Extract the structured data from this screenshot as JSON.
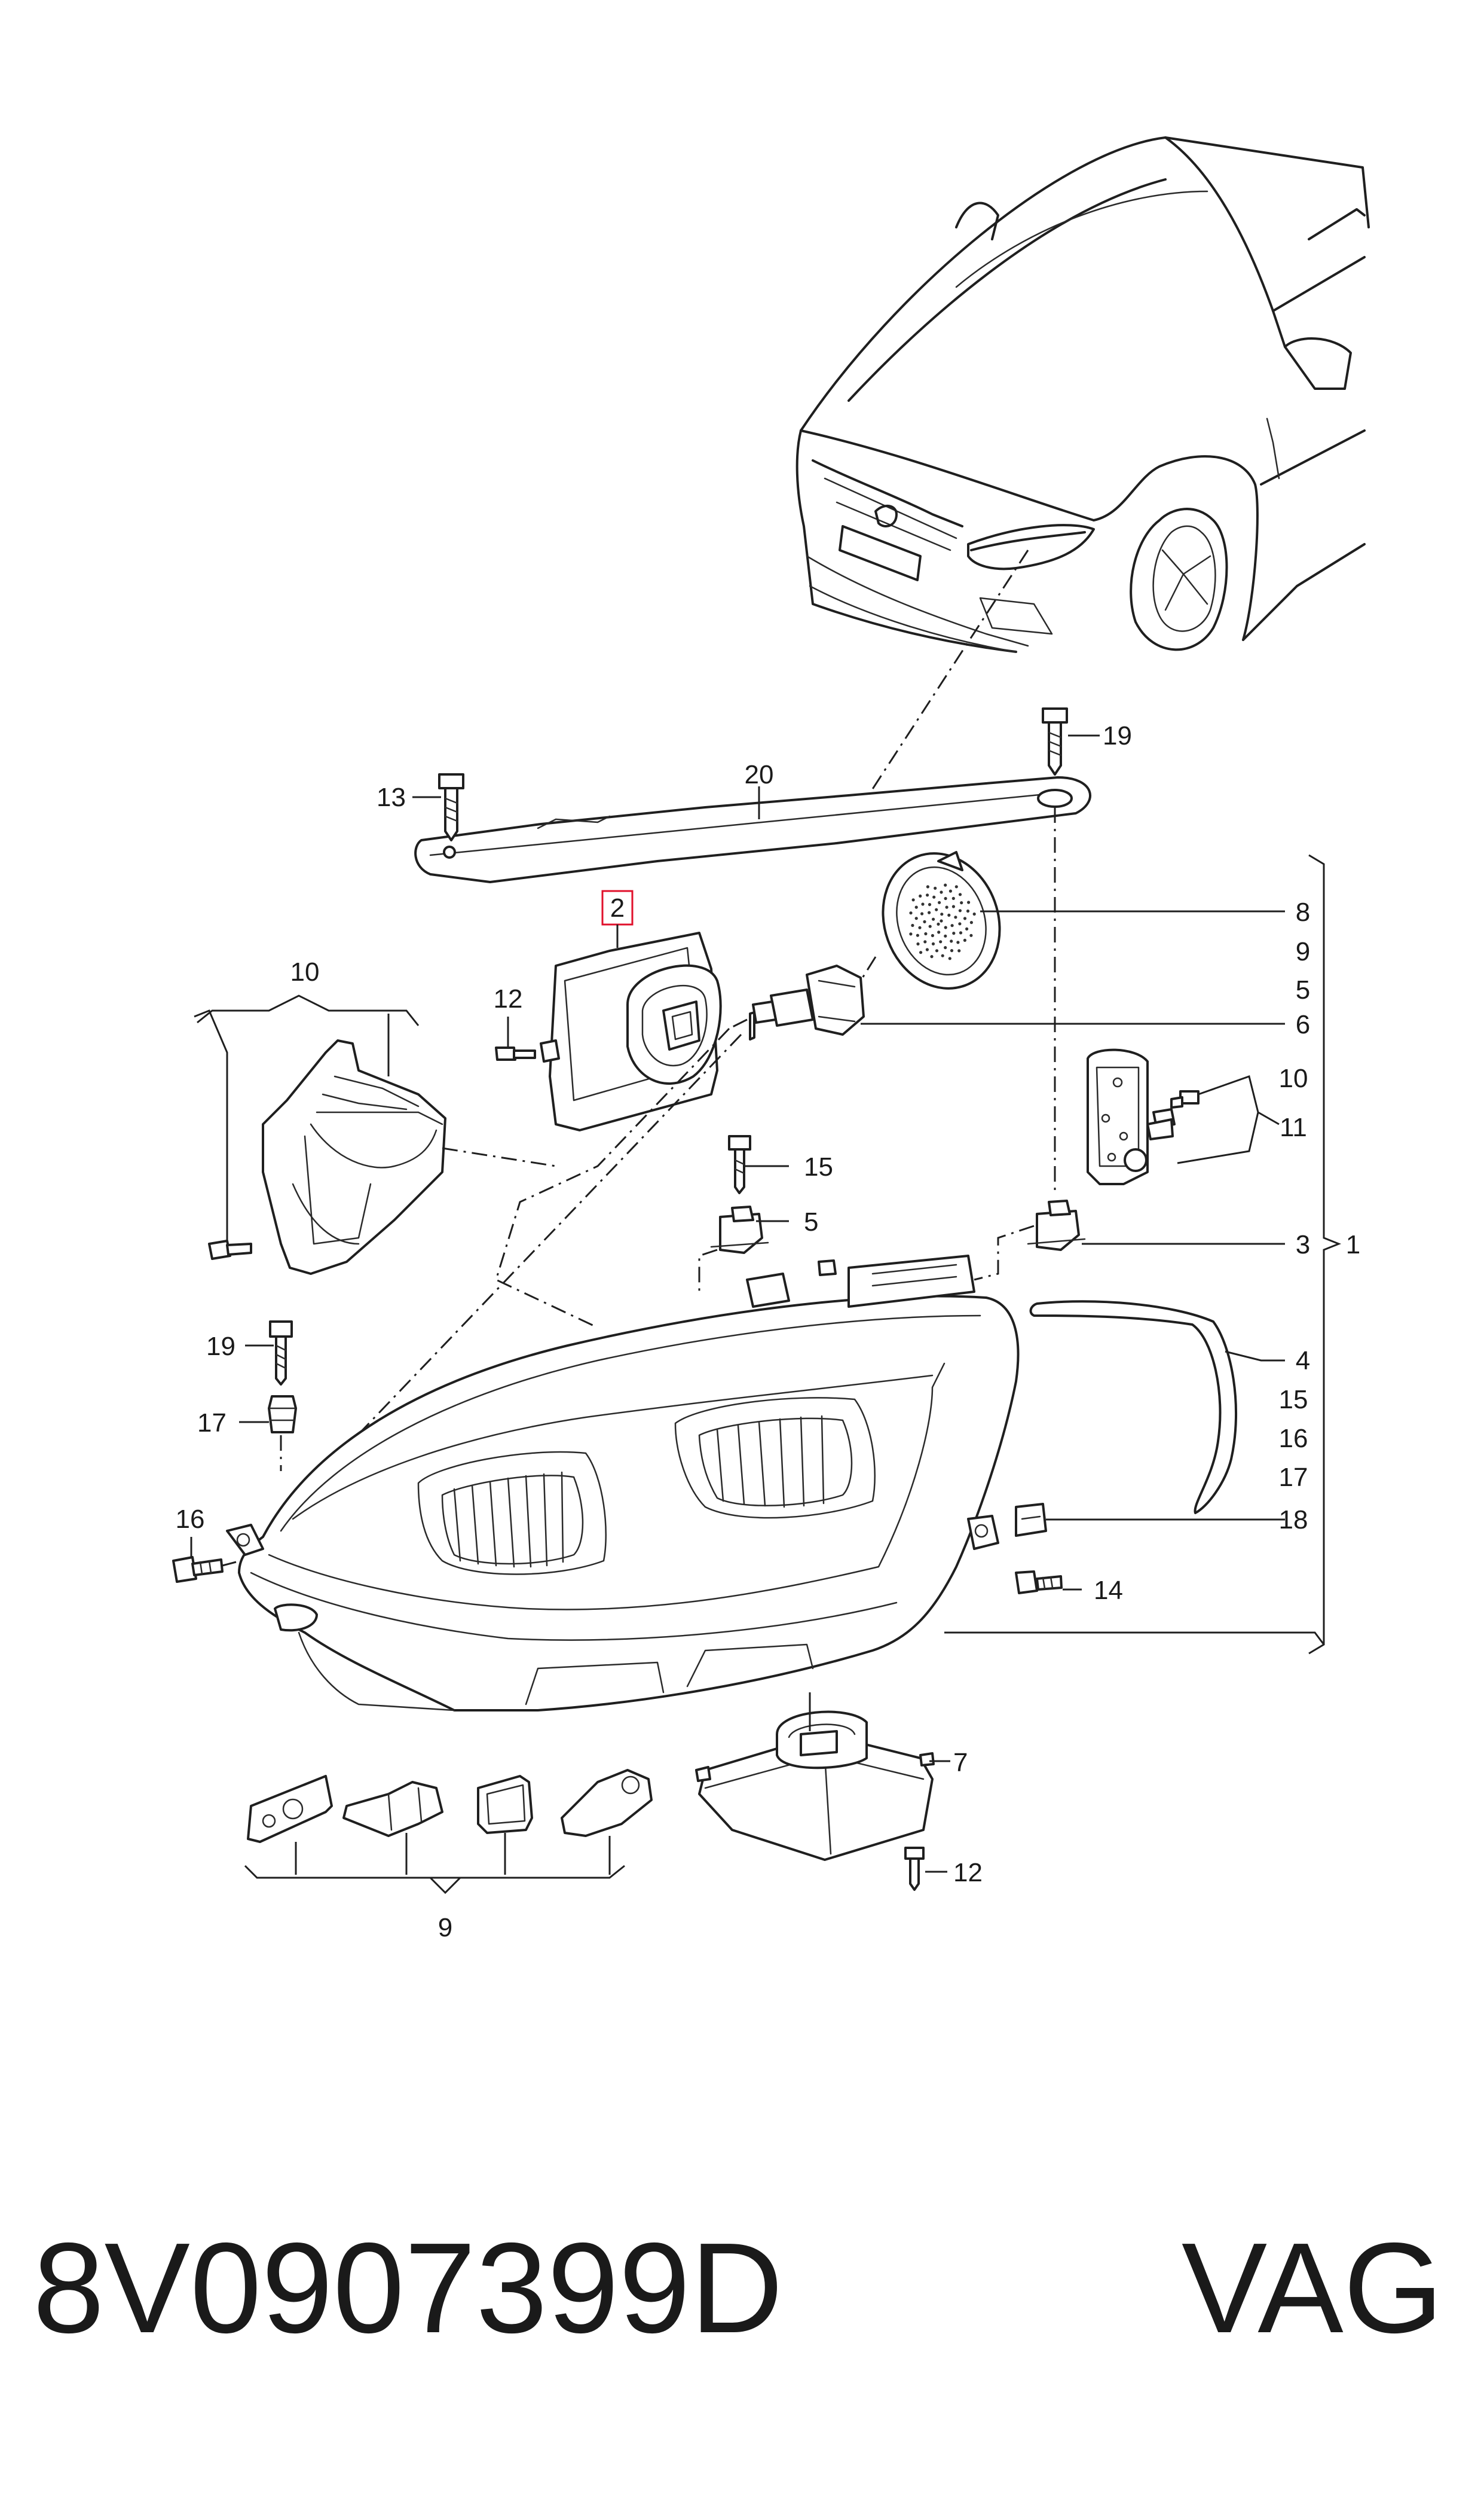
{
  "diagram": {
    "callouts": {
      "c1": "1",
      "c2": "2",
      "c3": "3",
      "c4": "4",
      "c5a": "5",
      "c5b": "5",
      "c6": "6",
      "c7": "7",
      "c8": "8",
      "c9a": "9",
      "c9b": "9",
      "c10a": "10",
      "c10b": "10",
      "c11": "11",
      "c12a": "12",
      "c12b": "12",
      "c13": "13",
      "c14": "14",
      "c15a": "15",
      "c15b": "15",
      "c16a": "16",
      "c16b": "16",
      "c17a": "17",
      "c17b": "17",
      "c18": "18",
      "c19a": "19",
      "c19b": "19",
      "c20": "20"
    },
    "highlight_color": "#e0102b"
  },
  "footer": {
    "part_number": "8V0907399D",
    "brand": "VAG"
  }
}
